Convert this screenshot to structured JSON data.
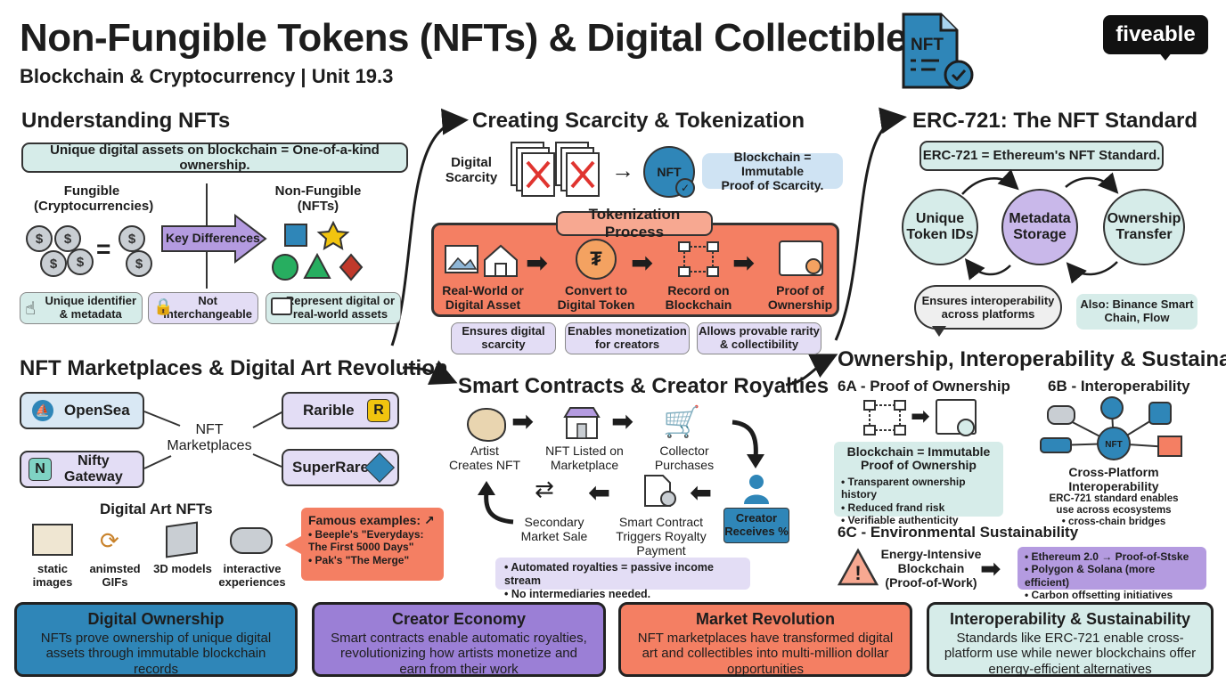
{
  "header": {
    "title": "Non-Fungible Tokens (NFTs) & Digital Collectibles",
    "subtitle": "Blockchain & Cryptocurrency | Unit 19.3",
    "brand": "fiveable",
    "file_icon_text": "NFT"
  },
  "understanding": {
    "title": "Understanding NFTs",
    "definition": "Unique digital assets on blockchain = One-of-a-kind ownership.",
    "fungible_label": "Fungible\n(Cryptocurrencies)",
    "nonfungible_label": "Non-Fungible\n(NFTs)",
    "key_differences": "Key Differences",
    "equals": "=",
    "features": [
      "Unique identifier\n& metadata",
      "Not\ninterchangeable",
      "Represent digital or\nreal-world assets"
    ]
  },
  "scarcity": {
    "title": "Creating Scarcity & Tokenization",
    "digital_scarcity": "Digital\nScarcity",
    "nft_badge": "NFT",
    "proof": "Blockchain = Immutable\nProof of Scarcity.",
    "process_title": "Tokenization Process",
    "steps": [
      "Real-World or\nDigital Asset",
      "Convert to\nDigital Token",
      "Record on\nBlockchain",
      "Proof of\nOwnership"
    ],
    "benefits": [
      "Ensures digital\nscarcity",
      "Enables monetization\nfor creators",
      "Allows provable rarity\n& collectibility"
    ]
  },
  "erc721": {
    "title": "ERC-721: The NFT Standard",
    "definition": "ERC-721 = Ethereum's NFT Standard.",
    "nodes": [
      "Unique\nToken IDs",
      "Metadata\nStorage",
      "Ownership\nTransfer"
    ],
    "bubble": "Ensures interoperability\nacross platforms",
    "also": "Also: Binance Smart\nChain, Flow"
  },
  "marketplaces": {
    "title": "NFT Marketplaces & Digital Art Revolution",
    "center": "NFT\nMarketplaces",
    "items": [
      "OpenSea",
      "Rarible",
      "Nifty\nGateway",
      "SuperRare"
    ],
    "digital_art_title": "Digital Art NFTs",
    "art_types": [
      "static\nimages",
      "animsted\nGIFs",
      "3D models",
      "interactive\nexperiences"
    ],
    "famous_title": "Famous examples:",
    "famous": [
      "Beeple's \"Everydays:\nThe First 5000 Days\"",
      "Pak's \"The Merge\""
    ]
  },
  "contracts": {
    "title": "Smart Contracts & Creator Royalties",
    "flow": [
      "Artist\nCreates NFT",
      "NFT Listed on\nMarketplace",
      "Collector\nPurchases",
      "Creator\nReceives %",
      "Smart Contract\nTriggers Royalty\nPayment",
      "Secondary\nMarket Sale"
    ],
    "notes": [
      "Automated royalties = passive income stream",
      "No intermediaries needed."
    ]
  },
  "ownership": {
    "title": "Ownership, Interoperability & Sustainability",
    "a_title": "6A - Proof of Ownership",
    "a_box": "Blockchain = Immutable\nProof of Ownership",
    "a_bullets": [
      "Transparent ownership history",
      "Reduced frand risk",
      "Verifiable authenticity"
    ],
    "b_title": "6B - Interoperability",
    "b_center": "NFT",
    "b_label": "Cross-Platform\nInteroperability",
    "b_text": "ERC-721 standard enables\nuse across ecosystems\n• cross-chain bridges",
    "c_title": "6C - Environmental Sustainability",
    "c_label": "Energy-Intensive\nBlockchain\n(Proof-of-Work)",
    "c_bullets": [
      "Ethereum 2.0 → Proof-of-Stske",
      "Polygon & Solana (more efficient)",
      "Carbon offsetting initiatives"
    ]
  },
  "summary": [
    {
      "title": "Digital Ownership",
      "text": "NFTs prove ownership of unique digital\nassets through immutable blockchain\nrecords",
      "color": "#2f86b8"
    },
    {
      "title": "Creator Economy",
      "text": "Smart contracts enable automatic royalties,\nrevolutionizing how artists monetize and\nearn from their work",
      "color": "#9b7fd6"
    },
    {
      "title": "Market Revolution",
      "text": "NFT marketplaces have transformed digital\nart and collectibles into multi-million dollar\nopportunities",
      "color": "#f47f63"
    },
    {
      "title": "Interoperability & Sustainability",
      "text": "Standards like ERC-721 enable cross-\nplatform use while newer blockchains offer\nenergy-efficient alternatives",
      "color": "#d6ece9"
    }
  ],
  "colors": {
    "teal": "#d6ece9",
    "lavender": "#e3ddf5",
    "purple": "#b49be0",
    "salmon": "#f47f63",
    "blue_icon": "#2f86b8"
  }
}
